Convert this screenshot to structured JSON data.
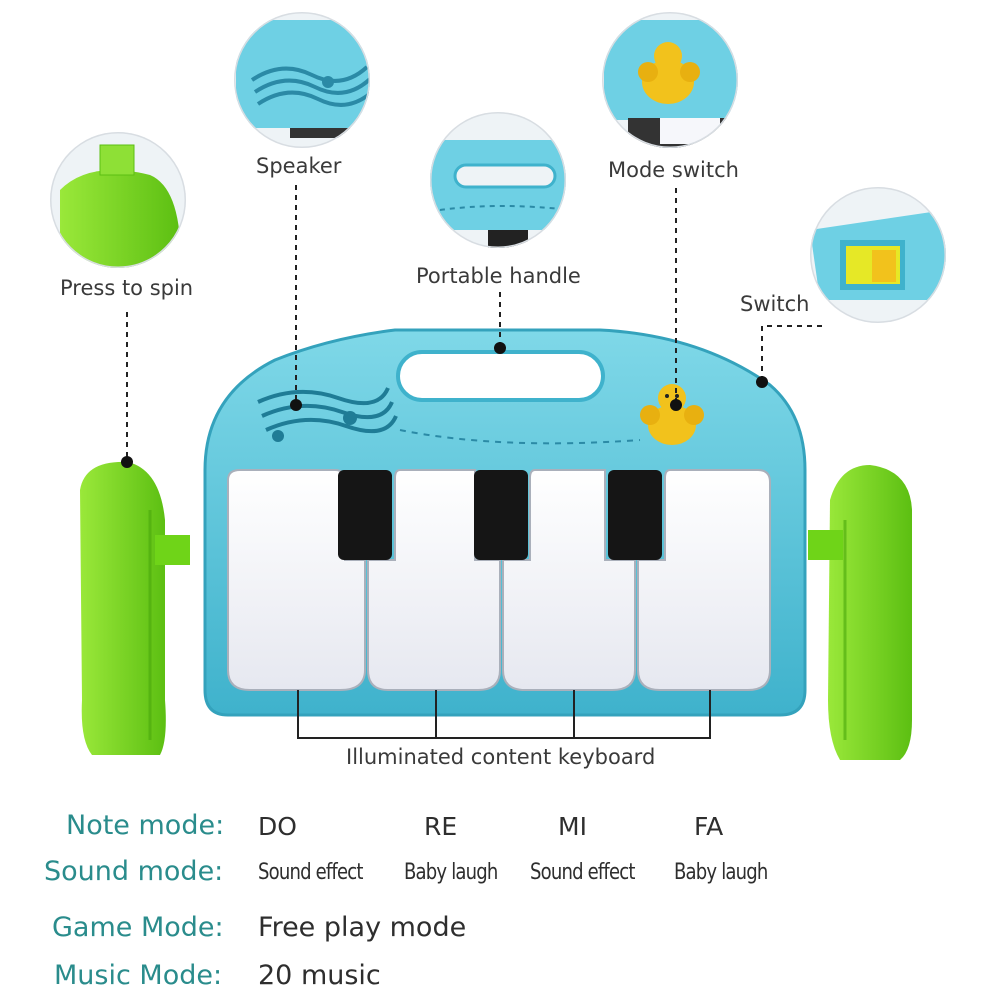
{
  "callouts": {
    "speaker": "Speaker",
    "mode_switch": "Mode switch",
    "press_to_spin": "Press to spin",
    "portable_handle": "Portable handle",
    "switch": "Switch",
    "keyboard": "Illuminated content keyboard"
  },
  "modes": {
    "note": {
      "label": "Note mode:",
      "values": [
        "DO",
        "RE",
        "MI",
        "FA"
      ]
    },
    "sound": {
      "label": "Sound mode:",
      "values": [
        "Sound effect",
        "Baby laugh",
        "Sound effect",
        "Baby laugh"
      ]
    },
    "game": {
      "label": "Game Mode:",
      "value": "Free play mode"
    },
    "music": {
      "label": "Music Mode:",
      "value": "20 music"
    }
  },
  "colors": {
    "toy_body": "#5cc8dc",
    "toy_green": "#7ad61e",
    "keys_white": "#f6f7fb",
    "keys_black": "#1a1a1a",
    "label_teal": "#2a8c8c",
    "bee_yellow": "#f2c21c"
  }
}
